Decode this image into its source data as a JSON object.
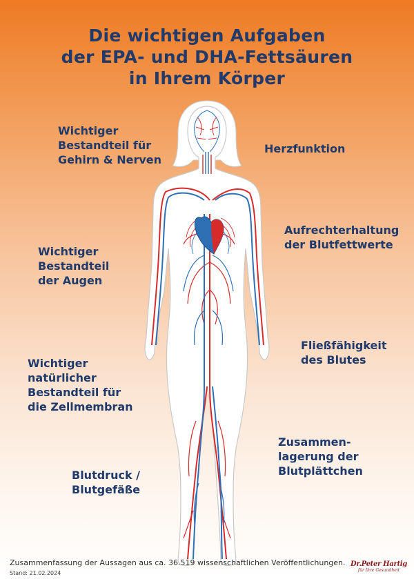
{
  "title": {
    "line1": "Die wichtigen Aufgaben",
    "line2": "der EPA- und DHA-Fettsäuren",
    "line3": "in Ihrem Körper"
  },
  "labels": {
    "brain": [
      "Wichtiger",
      "Bestandteil für",
      "Gehirn & Nerven"
    ],
    "heart": [
      "Herzfunktion"
    ],
    "eyes": [
      "Wichtiger",
      "Bestandteil",
      "der Augen"
    ],
    "lipids": [
      "Aufrechterhaltung",
      "der Blutfettwerte"
    ],
    "cell": [
      "Wichtiger",
      "natürlicher",
      "Bestandteil für",
      "die Zellmembran"
    ],
    "fluidity": [
      "Fließfähigkeit",
      "des Blutes"
    ],
    "pressure": [
      "Blutdruck /",
      "Blutgefäße"
    ],
    "platelets": [
      "Zusammen-",
      "lagerung der",
      "Blutplättchen"
    ]
  },
  "footer": {
    "summary": "Zusammenfassung der Aussagen aus ca. 36.519 wissenschaftlichen Veröffentlichungen.",
    "stand": "Stand: 21.02.2024"
  },
  "brand": {
    "name": "Dr.Peter Hartig",
    "tagline": "für Ihre Gesundheit"
  },
  "colors": {
    "title": "#1f3a6b",
    "artery": "#d62b2b",
    "vein": "#2f6fb4",
    "gradient_top": "#ee7a22",
    "gradient_bottom": "#ffffff"
  }
}
